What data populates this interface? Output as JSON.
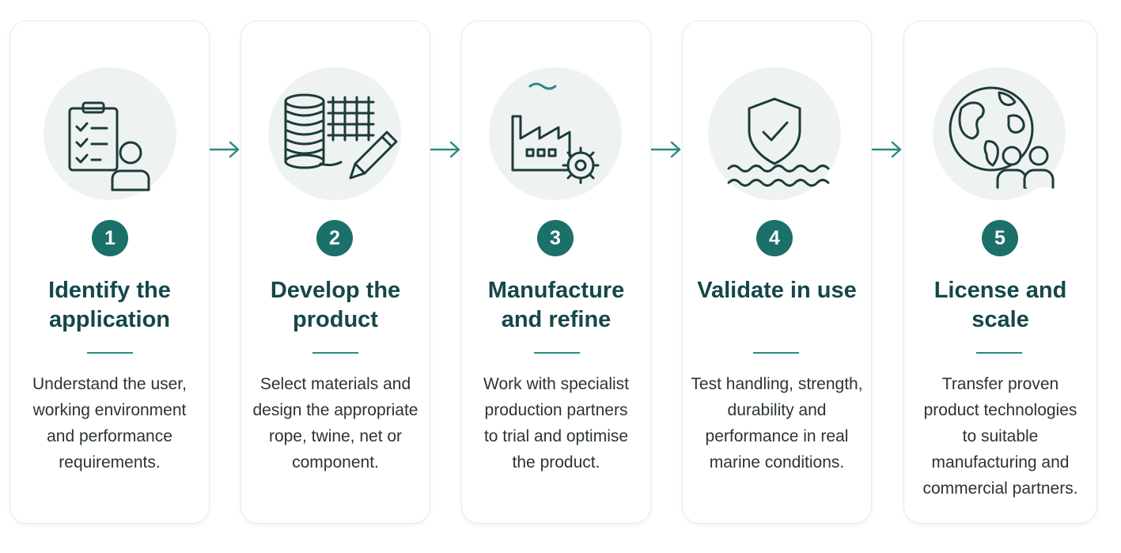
{
  "steps": [
    {
      "number": "1",
      "title_line1": "Identify the",
      "title_line2": "application",
      "desc_lines": [
        "Understand the user,",
        "working environment",
        "and performance",
        "requirements."
      ],
      "icon": "clipboard-user-icon"
    },
    {
      "number": "2",
      "title_line1": "Develop the",
      "title_line2": "product",
      "desc_lines": [
        "Select materials and",
        "design the appropriate",
        "rope, twine, net or",
        "component."
      ],
      "icon": "rope-spool-net-pencil-icon"
    },
    {
      "number": "3",
      "title_line1": "Manufacture",
      "title_line2": "and refine",
      "desc_lines": [
        "Work with specialist",
        "production partners",
        "to trial and optimise",
        "the product."
      ],
      "icon": "factory-gear-icon"
    },
    {
      "number": "4",
      "title_line1": "Validate in use",
      "title_line2": "",
      "desc_lines": [
        "Test handling, strength,",
        "durability and",
        "performance in real",
        "marine conditions."
      ],
      "icon": "shield-check-waves-icon"
    },
    {
      "number": "5",
      "title_line1": "License and scale",
      "title_line2": "",
      "desc_lines": [
        "Transfer proven",
        "product technologies",
        "to suitable",
        "manufacturing and",
        "commercial partners."
      ],
      "icon": "globe-people-icon"
    }
  ],
  "colors": {
    "accent": "#1b7069",
    "title": "#15474a",
    "text": "#2b3433",
    "icon_bg": "#eef3f2",
    "icon_stroke": "#1d3b3b",
    "arrow": "#2a8a82"
  }
}
